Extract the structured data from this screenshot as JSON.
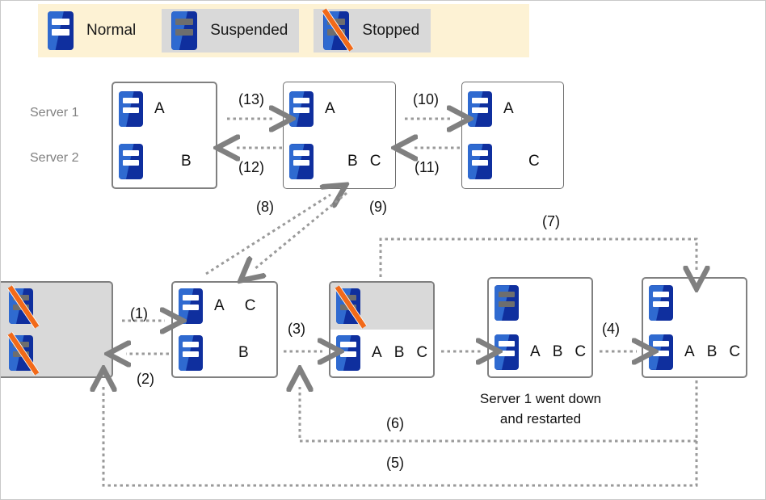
{
  "legend": {
    "items": [
      {
        "label": "Normal",
        "icon": "server-normal-icon",
        "state": "normal",
        "shaded": false
      },
      {
        "label": "Suspended",
        "icon": "server-suspended-icon",
        "state": "suspended",
        "shaded": true
      },
      {
        "label": "Stopped",
        "icon": "server-stopped-icon",
        "state": "stopped",
        "shaded": true
      }
    ]
  },
  "row_labels": {
    "server1": "Server 1",
    "server2": "Server 2"
  },
  "top_row": {
    "boxes": [
      {
        "name": "state-box-ab",
        "slots": [
          {
            "state": "normal",
            "letters": [
              "A"
            ]
          },
          {
            "state": "normal",
            "letters": [
              "B"
            ]
          }
        ]
      },
      {
        "name": "state-box-a-bc",
        "slots": [
          {
            "state": "normal",
            "letters": [
              "A"
            ]
          },
          {
            "state": "normal",
            "letters": [
              "B",
              "C"
            ]
          }
        ]
      },
      {
        "name": "state-box-a-c",
        "slots": [
          {
            "state": "normal",
            "letters": [
              "A"
            ]
          },
          {
            "state": "normal",
            "letters": [
              "C"
            ]
          }
        ]
      }
    ]
  },
  "bottom_row": {
    "boxes": [
      {
        "name": "state-box-stopped-both",
        "slots": [
          {
            "state": "stopped",
            "letters": []
          },
          {
            "state": "stopped",
            "letters": []
          }
        ]
      },
      {
        "name": "state-box-ac-b",
        "slots": [
          {
            "state": "normal",
            "letters": [
              "A",
              "C"
            ]
          },
          {
            "state": "normal",
            "letters": [
              "B"
            ]
          }
        ]
      },
      {
        "name": "state-box-stopped1-abc",
        "slots": [
          {
            "state": "stopped",
            "letters": []
          },
          {
            "state": "normal",
            "letters": [
              "A",
              "B",
              "C"
            ]
          }
        ]
      },
      {
        "name": "state-box-suspended1-abc",
        "slots": [
          {
            "state": "suspended",
            "letters": []
          },
          {
            "state": "normal",
            "letters": [
              "A",
              "B",
              "C"
            ]
          }
        ]
      },
      {
        "name": "state-box-normal-abc",
        "slots": [
          {
            "state": "normal",
            "letters": []
          },
          {
            "state": "normal",
            "letters": [
              "A",
              "B",
              "C"
            ]
          }
        ]
      }
    ]
  },
  "steps": {
    "s1": "(1)",
    "s2": "(2)",
    "s3": "(3)",
    "s4": "(4)",
    "s5": "(5)",
    "s6": "(6)",
    "s7": "(7)",
    "s8": "(8)",
    "s9": "(9)",
    "s10": "(10)",
    "s11": "(11)",
    "s12": "(12)",
    "s13": "(13)"
  },
  "caption": {
    "line1": "Server 1 went down",
    "line2": "and restarted"
  },
  "colors": {
    "legend_background": "#fdf2d4",
    "shaded_background": "#d9d9d9",
    "box_border": "#808080",
    "arrow": "#9a9a9a",
    "arrow_head": "#808080",
    "server_blue": "#2f6ad0",
    "server_dark_blue": "#0f2f9e",
    "stopped_slash": "#f26a19",
    "label_grey": "#808080"
  }
}
